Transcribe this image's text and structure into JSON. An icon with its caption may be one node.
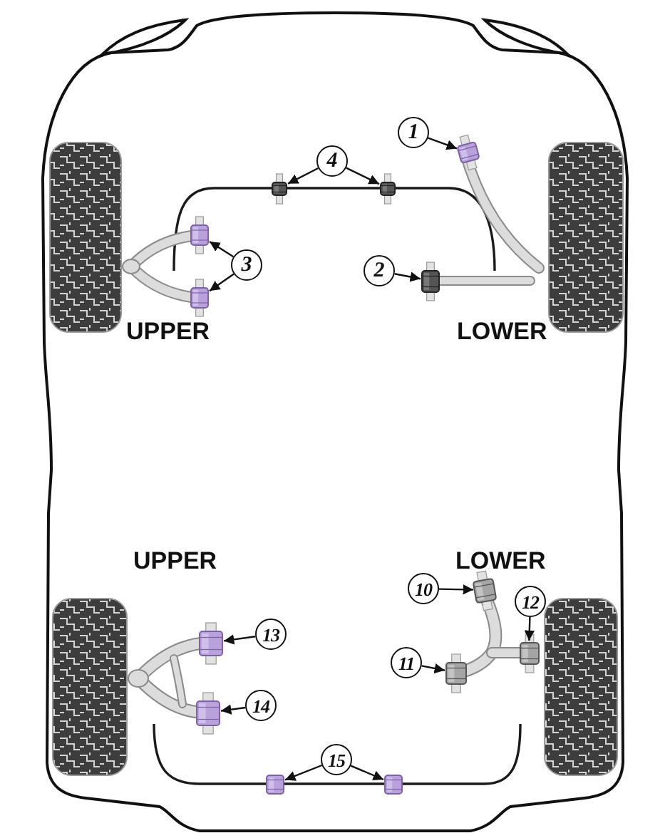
{
  "diagram": {
    "nodes": [
      {
        "text": [
          "1"
        ]
      },
      {
        "text": [],
        "shape": "cylinder"
      },
      {
        "text": [
          "4"
        ]
      },
      {
        "text": [],
        "shape": "cylinder"
      },
      {
        "text": [],
        "shape": "cylinder"
      },
      {
        "text": [],
        "shape": "cylinder"
      },
      {
        "text": [
          "3"
        ]
      },
      {
        "text": [],
        "shape": "cylinder"
      },
      {
        "text": [
          "2"
        ]
      },
      {
        "text": [],
        "shape": "cylinder"
      },
      {
        "text": [
          "10"
        ]
      },
      {
        "text": [],
        "shape": "cylinder"
      },
      {
        "text": [
          "12"
        ]
      },
      {
        "text": [],
        "shape": "cylinder"
      },
      {
        "text": [
          "13"
        ]
      },
      {
        "text": [],
        "shape": "cylinder"
      },
      {
        "text": [
          "11"
        ]
      },
      {
        "text": [],
        "shape": "cylinder"
      },
      {
        "text": [
          "14"
        ]
      },
      {
        "text": [],
        "shape": "cylinder"
      },
      {
        "text": [
          "15"
        ]
      },
      {
        "text": [],
        "shape": "cylinder"
      },
      {
        "text": [],
        "shape": "cylinder"
      }
    ],
    "edges": [
      {
        "from": 0,
        "to": 1,
        "arrow": "to"
      },
      {
        "from": 2,
        "to": 3,
        "arrow": "to"
      },
      {
        "from": 2,
        "to": 4,
        "arrow": "to"
      },
      {
        "from": 6,
        "to": 5,
        "arrow": "to"
      },
      {
        "from": 6,
        "to": 7,
        "arrow": "to"
      },
      {
        "from": 8,
        "to": 9,
        "arrow": "to"
      },
      {
        "from": 10,
        "to": 11,
        "arrow": "to"
      },
      {
        "from": 12,
        "to": 13,
        "arrow": "to"
      },
      {
        "from": 14,
        "to": 15,
        "arrow": "to"
      },
      {
        "from": 16,
        "to": 17,
        "arrow": "to"
      },
      {
        "from": 18,
        "to": 19,
        "arrow": "to"
      },
      {
        "from": 20,
        "to": 21,
        "arrow": "to"
      },
      {
        "from": 20,
        "to": 22,
        "arrow": "to"
      }
    ],
    "labels": [
      "UPPER",
      "LOWER",
      "UPPER",
      "LOWER"
    ]
  }
}
